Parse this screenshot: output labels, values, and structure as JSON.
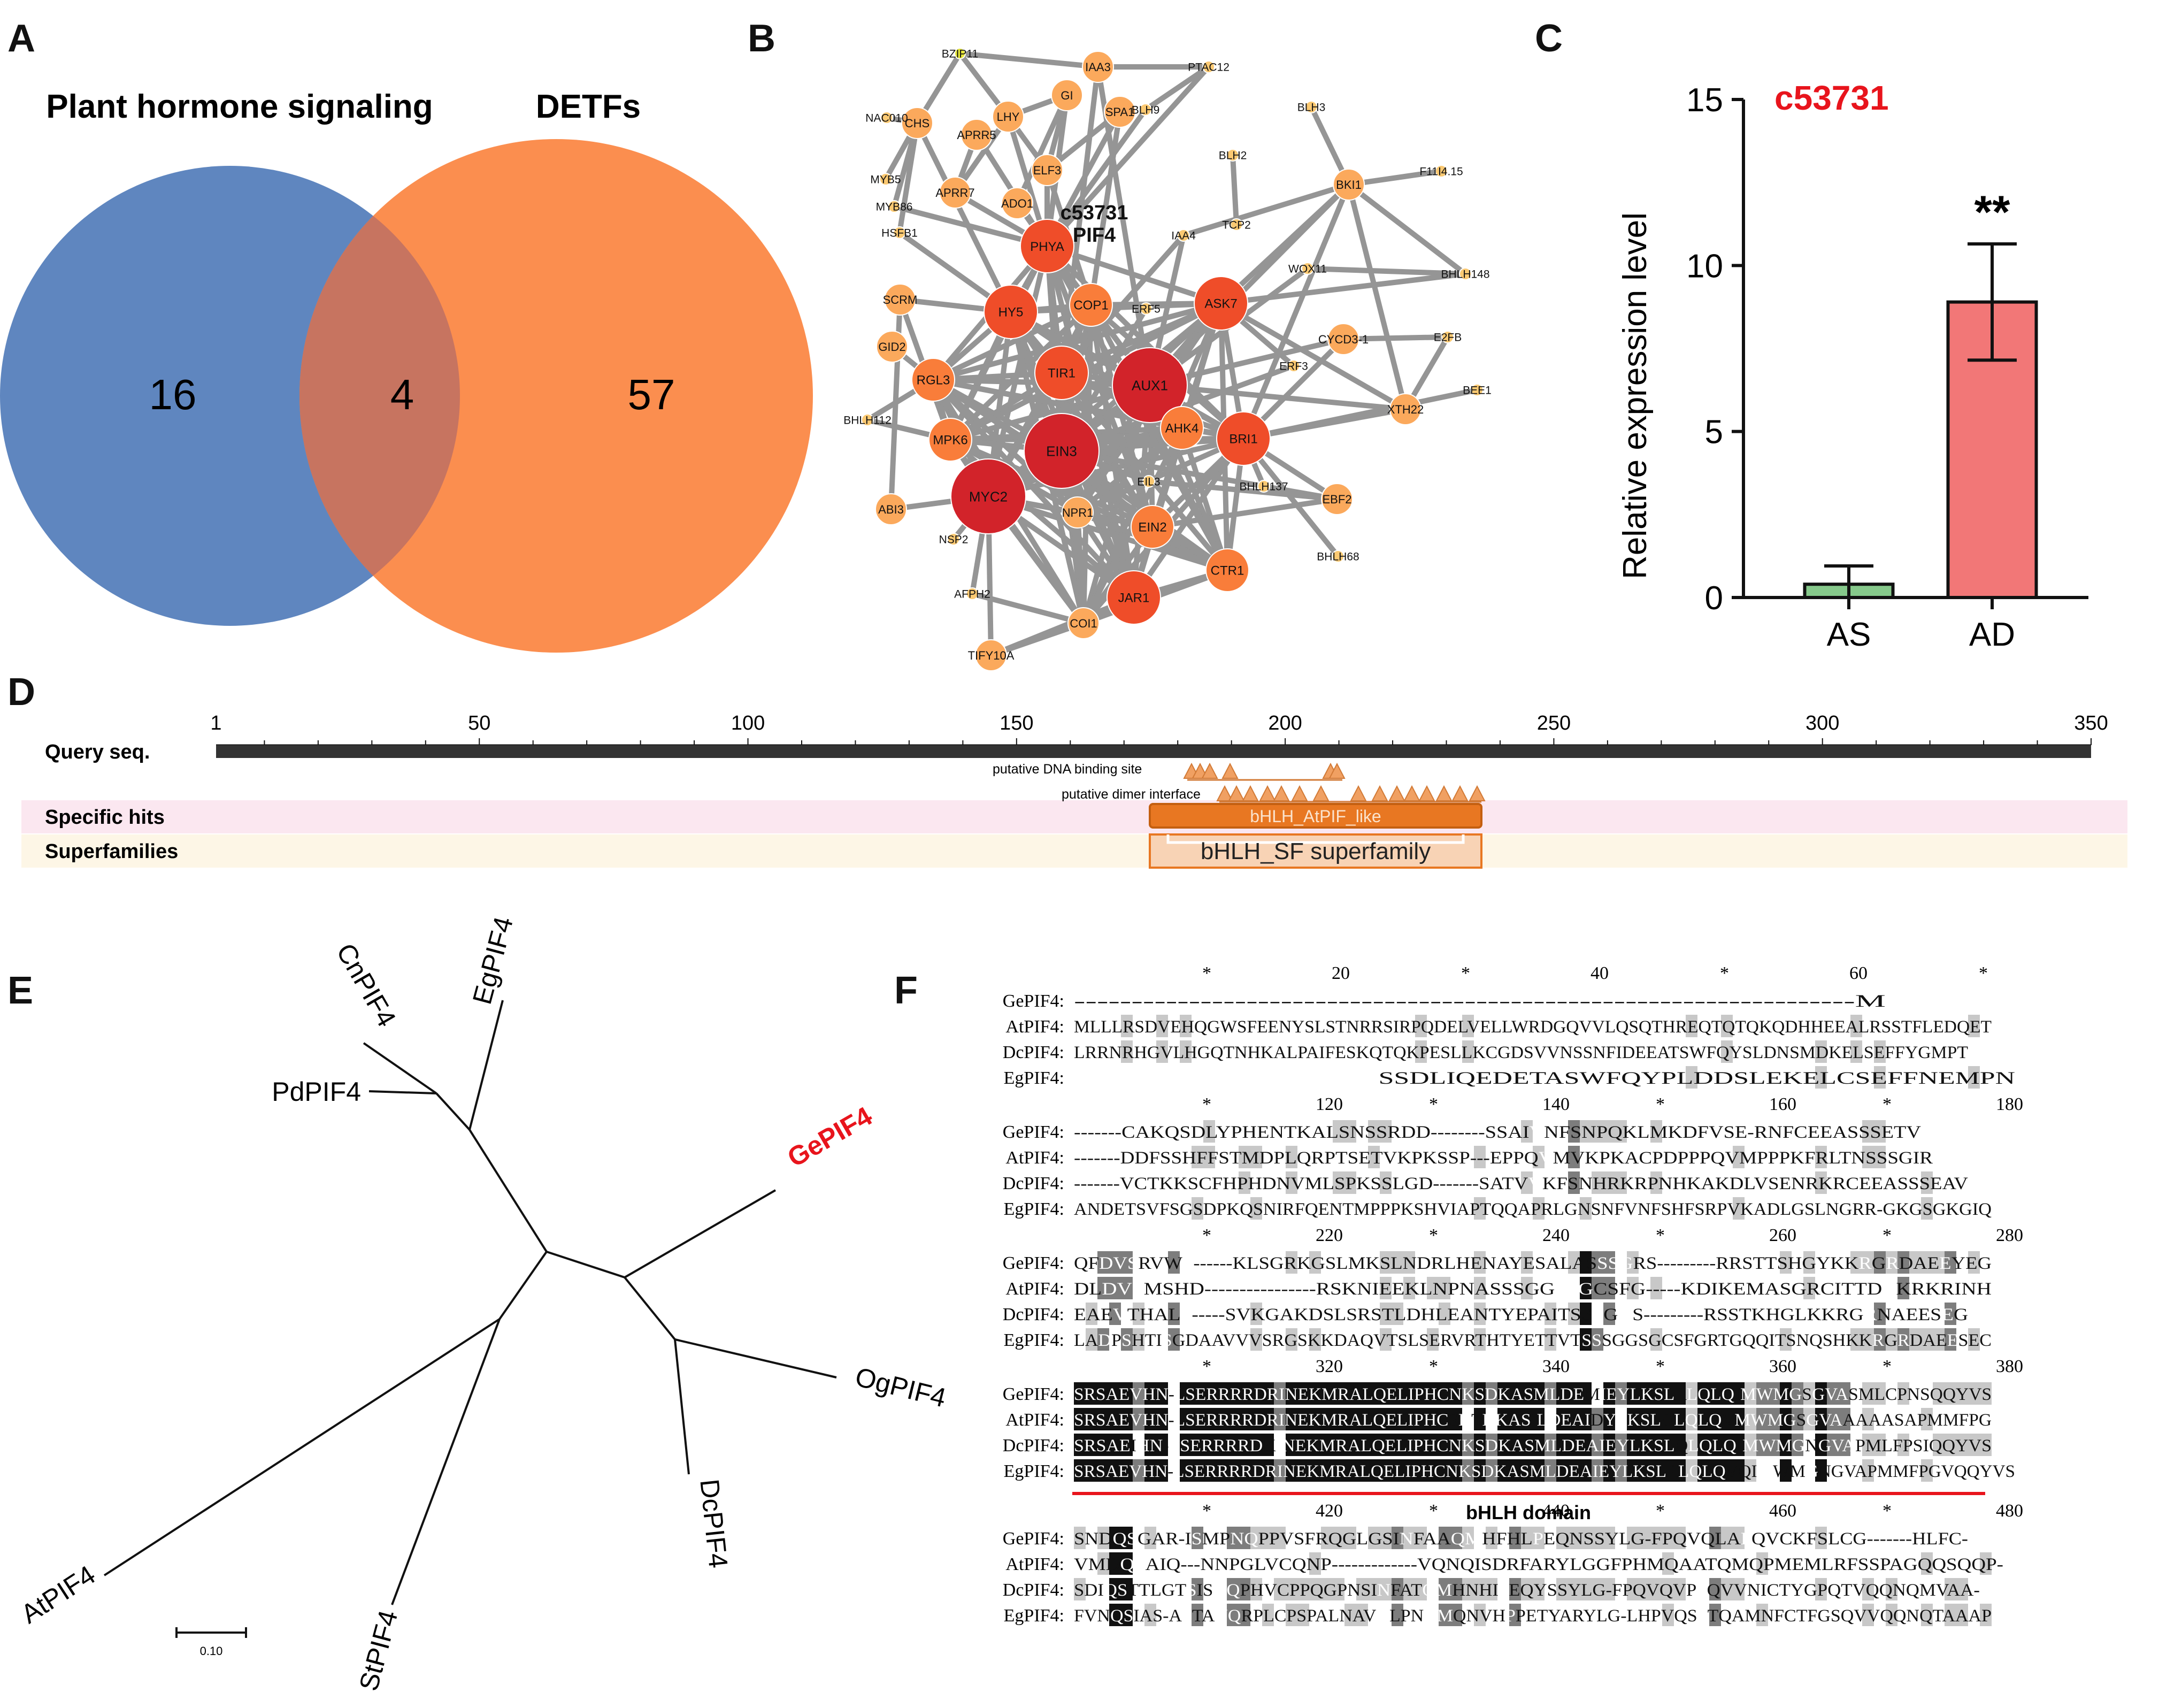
{
  "panels": [
    "A",
    "B",
    "C",
    "D",
    "E",
    "F"
  ],
  "venn": {
    "left_title": "Plant hormone signaling",
    "right_title": "DETFs",
    "left_only": "16",
    "overlap": "4",
    "right_only": "57",
    "left_color": "#5f86bf",
    "right_color": "#fb8e4f"
  },
  "network": {
    "highlight_label": [
      "c53731",
      "PIF4"
    ],
    "nodes": [
      {
        "label": "AUX1",
        "tier": 5
      },
      {
        "label": "EIN3",
        "tier": 5
      },
      {
        "label": "MYC2",
        "tier": 5
      },
      {
        "label": "PHYA",
        "tier": 4
      },
      {
        "label": "HY5",
        "tier": 4
      },
      {
        "label": "TIR1",
        "tier": 4
      },
      {
        "label": "ASK7",
        "tier": 4
      },
      {
        "label": "BRI1",
        "tier": 4
      },
      {
        "label": "JAR1",
        "tier": 4
      },
      {
        "label": "COP1",
        "tier": 3
      },
      {
        "label": "EIN2",
        "tier": 3
      },
      {
        "label": "CTR1",
        "tier": 3
      },
      {
        "label": "RGL3",
        "tier": 3
      },
      {
        "label": "MPK6",
        "tier": 3
      },
      {
        "label": "AHK4",
        "tier": 3
      },
      {
        "label": "SCRM",
        "tier": 2
      },
      {
        "label": "GID2",
        "tier": 2
      },
      {
        "label": "NPR1",
        "tier": 2
      },
      {
        "label": "COI1",
        "tier": 2
      },
      {
        "label": "ABI3",
        "tier": 2
      },
      {
        "label": "TIFY10A",
        "tier": 2
      },
      {
        "label": "LHY",
        "tier": 2
      },
      {
        "label": "GI",
        "tier": 2
      },
      {
        "label": "SPA1",
        "tier": 2
      },
      {
        "label": "ELF3",
        "tier": 2
      },
      {
        "label": "APRR5",
        "tier": 2
      },
      {
        "label": "APRR7",
        "tier": 2
      },
      {
        "label": "ADO1",
        "tier": 2
      },
      {
        "label": "CHS",
        "tier": 2
      },
      {
        "label": "IAA3",
        "tier": 2
      },
      {
        "label": "XTH22",
        "tier": 2
      },
      {
        "label": "CYCD3-1",
        "tier": 2
      },
      {
        "label": "EBF2",
        "tier": 2
      },
      {
        "label": "BKI1",
        "tier": 2
      },
      {
        "label": "ERF5",
        "tier": 1
      },
      {
        "label": "EIL3",
        "tier": 1
      },
      {
        "label": "ERF3",
        "tier": 1
      },
      {
        "label": "IAA4",
        "tier": 1
      },
      {
        "label": "NSP2",
        "tier": 1
      },
      {
        "label": "AFPH2",
        "tier": 1
      },
      {
        "label": "BHLH137",
        "tier": 1
      },
      {
        "label": "BHLH68",
        "tier": 1
      },
      {
        "label": "BHLH148",
        "tier": 1
      },
      {
        "label": "E2FB",
        "tier": 1
      },
      {
        "label": "BEE1",
        "tier": 1
      },
      {
        "label": "WOX11",
        "tier": 1
      },
      {
        "label": "TCP2",
        "tier": 1
      },
      {
        "label": "BLH2",
        "tier": 1
      },
      {
        "label": "BLH3",
        "tier": 1
      },
      {
        "label": "BLH9",
        "tier": 1
      },
      {
        "label": "PTAC12",
        "tier": 1
      },
      {
        "label": "BZIP11",
        "tier": 0
      },
      {
        "label": "NAC010",
        "tier": 1
      },
      {
        "label": "MYB5",
        "tier": 1
      },
      {
        "label": "MYB86",
        "tier": 1
      },
      {
        "label": "HSFB1",
        "tier": 1
      },
      {
        "label": "BHLH112",
        "tier": 1
      },
      {
        "label": "F11I4.15",
        "tier": 1
      }
    ]
  },
  "qpcr": {
    "title": "c53731",
    "title_color": "#e8141c",
    "significance": "**",
    "chart_data": {
      "type": "bar",
      "categories": [
        "AS",
        "AD"
      ],
      "values": [
        0.4,
        8.9
      ],
      "errors": [
        0.55,
        1.75
      ],
      "ylabel": "Relative expression level",
      "yticks": [
        "0",
        "5",
        "10",
        "15"
      ],
      "ylim": [
        0,
        15
      ],
      "colors": [
        "#86c98b",
        "#f27777"
      ]
    }
  },
  "domain": {
    "ticks": [
      "1",
      "50",
      "100",
      "150",
      "200",
      "250",
      "300",
      "350"
    ],
    "query_label": "Query seq.",
    "rows": [
      "Specific hits",
      "Superfamilies"
    ],
    "dna_site_label": "putative DNA binding site",
    "dimer_label": "putative dimer interface",
    "specific_hit": "bHLH_AtPIF_like",
    "superfamily": "bHLH_SF superfamily"
  },
  "tree": {
    "leaves": [
      "CnPIF4",
      "EgPIF4",
      "PdPIF4",
      "GePIF4",
      "OgPIF4",
      "DcPIF4",
      "StPIF4",
      "AtPIF4"
    ],
    "highlight": "GePIF4",
    "highlight_color": "#e8141c",
    "scale": "0.10"
  },
  "alignment": {
    "domain_label": "bHLH domain",
    "blocks": [
      {
        "ruler": [
          "*",
          "20",
          "*",
          "40",
          "*",
          "60",
          "*"
        ],
        "rows": [
          {
            "name": "GePIF4:",
            "seq": "--------------------------------------------------------------------M"
          },
          {
            "name": "AtPIF4:",
            "seq": "MLLLRSDVEHQGWSFEENYSLSTNRRSIRPQDELVELLWRDGQVVLQSQTHREQTQTQKQDHHEEALRSSTFLEDQET"
          },
          {
            "name": "DcPIF4:",
            "seq": "LRRNRHGVLHGQTNHKALPAIFESKQTQKPESLLKCGDSVVNSSNFIDEEATSWFQYSLDNSMDKELSEFFYGMPT"
          },
          {
            "name": "EgPIF4:",
            "seq": "                                            SSDLIQEDETASWFQYPLDDSLEKELCSEFFNEMPN"
          }
        ]
      },
      {
        "ruler": [
          "*",
          "120",
          "*",
          "140",
          "*",
          "160",
          "*",
          "180"
        ],
        "rows": [
          {
            "name": "GePIF4:",
            "seq": "-------CAKQSDLYPHENTKALSNSSRDD--------SSAIVNFSNPQKLMKDFVSE-RNFCEEASSSETV"
          },
          {
            "name": "AtPIF4:",
            "seq": "-------DDFSSHFFSTMDPLQRPTSETVKPKSSP---EPPQVMVKPKACPDPPPQVMPPPKFRLTNSSSGIR"
          },
          {
            "name": "DcPIF4:",
            "seq": "-------VCTKKSCFHPHDNVMLSPKSSLGD-------SATVVKFSNHRKRPNHKAKDLVSENRKRCEEASSSEAV"
          },
          {
            "name": "EgPIF4:",
            "seq": "ANDETSVFSGSDPKQSNIRFQENTMPPPKSHVIAPTQQAPRLGNSNFVNFSHFSRPVKADLGSLNGRR-GKGSGKGIQ"
          }
        ]
      },
      {
        "ruler": [
          "*",
          "220",
          "*",
          "240",
          "*",
          "260",
          "*",
          "280"
        ],
        "rows": [
          {
            "name": "GePIF4:",
            "seq": "QFDVSRVWS------KLSGRKGSLMKSLNDRLHENAYESALASSSGRS---------RRSTTSHGYKKRGRDAEEYEG"
          },
          {
            "name": "AtPIF4:",
            "seq": "DLDVSMSHD----------------RSKNIEEKLNPNASSSGGSSGCSFG-----KDIKEMASGRCITTDRKRKRINH"
          },
          {
            "name": "DcPIF4:",
            "seq": "EAEVTHALS-----SVKGAKDSLSRSTLDHLEANTYEPAITSSSGGS---------RSSTKHGLKKRGRNAEESEG"
          },
          {
            "name": "EgPIF4:",
            "seq": "LADPSHTISGDAAVVVSRGSKKDAQVTSLSERVRTHTYETTVTSSSGGSGCSFGRTGQQITSNQSHKKRGRDAEESEC"
          }
        ]
      },
      {
        "ruler": [
          "*",
          "320",
          "*",
          "340",
          "*",
          "360",
          "*",
          "380"
        ],
        "rows": [
          {
            "name": "GePIF4:",
            "seq": "SRSAEVHN-LSERRRRDRINEKMRALQELIPHCNKSDKASMLDEMIEYLKSLRLQLQIMWMGSGVASMLCPNSQQYVS"
          },
          {
            "name": "AtPIF4:",
            "seq": "SRSAEVHN-LSERRRRDRINEKMRALQELIPHCSKTDKASILDEAIDYLKSLQLQLQVMWMGSGVAAAAASAPMMFPG"
          },
          {
            "name": "DcPIF4:",
            "seq": "SRSAEIHN-LSERRRRDKINEKMRALQELIPHCNKSDKASMLDEAIEYLKSLQLQLQIMWMGNGVAPMLFPSIQQYVS"
          },
          {
            "name": "EgPIF4:",
            "seq": "SRSAEVHN-LSERRRRDRINEKMRALQELIPHCNKSDKASMLDEAIEYLKSLRLQLQVQIMWMGNGVAPMMFPGVQQYVS"
          }
        ]
      },
      {
        "ruler": [
          "*",
          "420",
          "*",
          "440",
          "*",
          "460",
          "*",
          "480"
        ],
        "rows": [
          {
            "name": "GePIF4:",
            "seq": "SNDQSGAR-ISMPNQPPVSFRQGLGSINFAAQMHFHLPEQNSSYLG-FPQVQLAPQVCKFSLCG-------HLFC-"
          },
          {
            "name": "AtPIF4:",
            "seq": "VMDQSAIQ---NNPGLVCQNP-------------VQNQISDRFARYLGGFPHMQAATQMQPMEMLRFSSPAGQQSQQP-"
          },
          {
            "name": "DcPIF4:",
            "seq": "SDIQSTTLGTSISNQPHVCPPQGPNSINFATQMHNHIPEQYSSYLG-FPQVQVPPQVVNICTYGPQTVQQNQMVAA-"
          },
          {
            "name": "EgPIF4:",
            "seq": "FVNQSIAS-ASTANQRPLCPSPALNAVNLPNQMQNVHPPETYARYLG-LHPVQSPTQAMNFCTFGSQVVQQNQTAAAP"
          }
        ]
      }
    ]
  }
}
